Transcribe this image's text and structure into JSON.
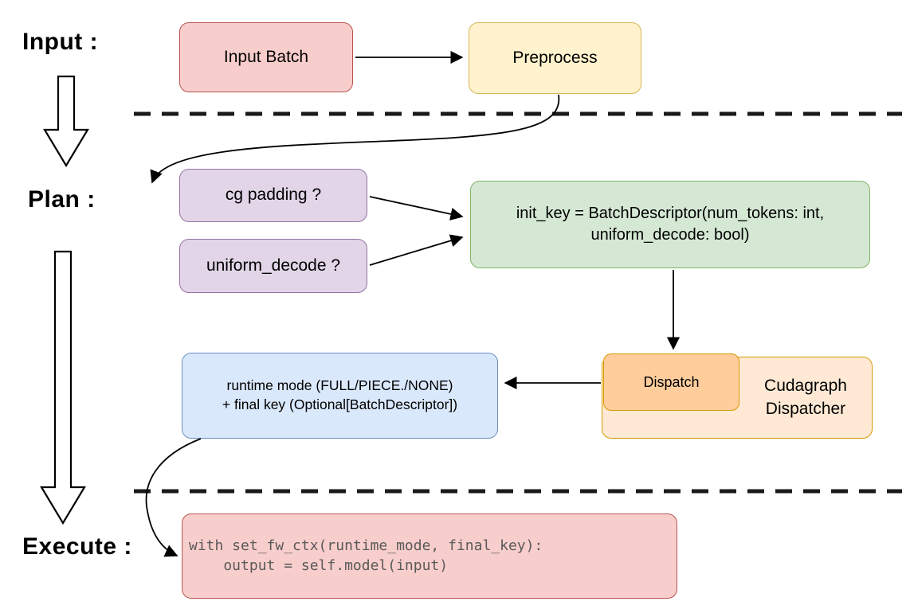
{
  "stages": {
    "input": "Input :",
    "plan": "Plan :",
    "execute": "Execute :"
  },
  "nodes": {
    "input_batch": "Input Batch",
    "preprocess": "Preprocess",
    "cg_padding": "cg padding ?",
    "uniform_decode": "uniform_decode ?",
    "init_key_line1": "init_key = BatchDescriptor(num_tokens: int,",
    "init_key_line2": "uniform_decode: bool)",
    "dispatch": "Dispatch",
    "dispatcher_line1": "Cudagraph",
    "dispatcher_line2": "Dispatcher",
    "runtime_line1": "runtime mode (FULL/PIECE./NONE)",
    "runtime_line2": "+ final key (Optional[BatchDescriptor])",
    "code_line1": "with set_fw_ctx(runtime_mode, final_key):",
    "code_line2": "    output = self.model(input)"
  },
  "colors": {
    "red_fill": "#f8cecc",
    "red_border": "#b85450",
    "yellow_fill": "#fff2cc",
    "yellow_border": "#d6b656",
    "purple_fill": "#e1d5e7",
    "purple_border": "#9673a6",
    "green_fill": "#d5e8d4",
    "green_border": "#82b366",
    "orange_outer_fill": "#ffe9d4",
    "orange_inner_fill": "#ffcd9c",
    "orange_border": "#d79b00",
    "blue_fill": "#dae8fc",
    "blue_border": "#6c8ebf",
    "code_text": "#595959",
    "arrow": "#000000"
  }
}
